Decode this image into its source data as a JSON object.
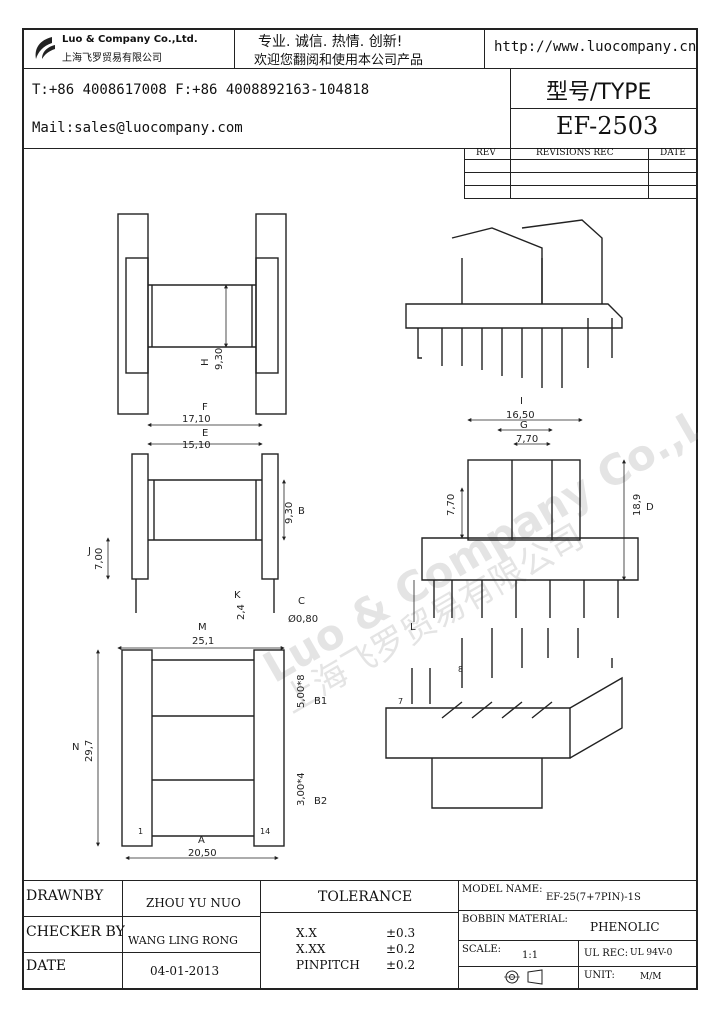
{
  "header": {
    "company_en": "Luo & Company Co.,Ltd.",
    "company_cn": "上海飞罗贸易有限公司",
    "slogan_line1": "专业. 诚信. 热情. 创新!",
    "slogan_line2": "欢迎您翻阅和使用本公司产品",
    "website": "http://www.luocompany.cn",
    "phone_fax": "T:+86 4008617008 F:+86 4008892163-104818",
    "mail": "Mail:sales@luocompany.com",
    "type_label": "型号/TYPE",
    "type_value": "EF-2503"
  },
  "revisions": {
    "col_rev": "REV",
    "col_rec": "REVISIONS REC",
    "col_date": "DATE"
  },
  "watermark": {
    "en": "Luo & Company Co.,Ltd.",
    "cn": "上海飞罗贸易有限公司"
  },
  "dimensions": {
    "h": {
      "letter": "H",
      "value": "9,30"
    },
    "f": {
      "letter": "F",
      "value": "17,10"
    },
    "e": {
      "letter": "E",
      "value": "15,10"
    },
    "b_side": {
      "letter": "B",
      "value": "9,30"
    },
    "j": {
      "letter": "J",
      "value": "7,00"
    },
    "k": {
      "letter": "K",
      "value": "2,4"
    },
    "c": {
      "letter": "C",
      "value": "Ø0,80"
    },
    "m": {
      "letter": "M",
      "value": "25,1"
    },
    "n": {
      "letter": "N",
      "value": "29,7"
    },
    "b1": {
      "letter": "B1",
      "value": "5,00*8"
    },
    "b2": {
      "letter": "B2",
      "value": "3,00*4"
    },
    "a": {
      "letter": "A",
      "value": "20,50"
    },
    "i": {
      "letter": "I",
      "value": "16,50"
    },
    "g": {
      "letter": "G",
      "value": "7,70"
    },
    "g_side": {
      "value": "7,70"
    },
    "d": {
      "letter": "D",
      "value": "18,9"
    },
    "l": {
      "letter": "L"
    },
    "pin1": "1",
    "pin14": "14",
    "pin7": "7",
    "pin8": "8"
  },
  "title_block": {
    "drawnby_label": "DRAWNBY",
    "drawnby_value": "ZHOU YU NUO",
    "checker_label": "CHECKER BY",
    "checker_value": "WANG LING RONG",
    "date_label": "DATE",
    "date_value": "04-01-2013",
    "tolerance_label": "TOLERANCE",
    "tol_rows": [
      {
        "name": "X.X",
        "value": "±0.3"
      },
      {
        "name": "X.XX",
        "value": "±0.2"
      },
      {
        "name": "PINPITCH",
        "value": "±0.2"
      }
    ],
    "model_label": "MODEL NAME:",
    "model_value": "EF-25(7+7PIN)-1S",
    "material_label": "BOBBIN MATERIAL:",
    "material_value": "PHENOLIC",
    "scale_label": "SCALE:",
    "scale_value": "1:1",
    "ul_label": "UL REC:",
    "ul_value": "UL 94V-0",
    "unit_label": "UNIT:",
    "unit_value": "M/M"
  }
}
